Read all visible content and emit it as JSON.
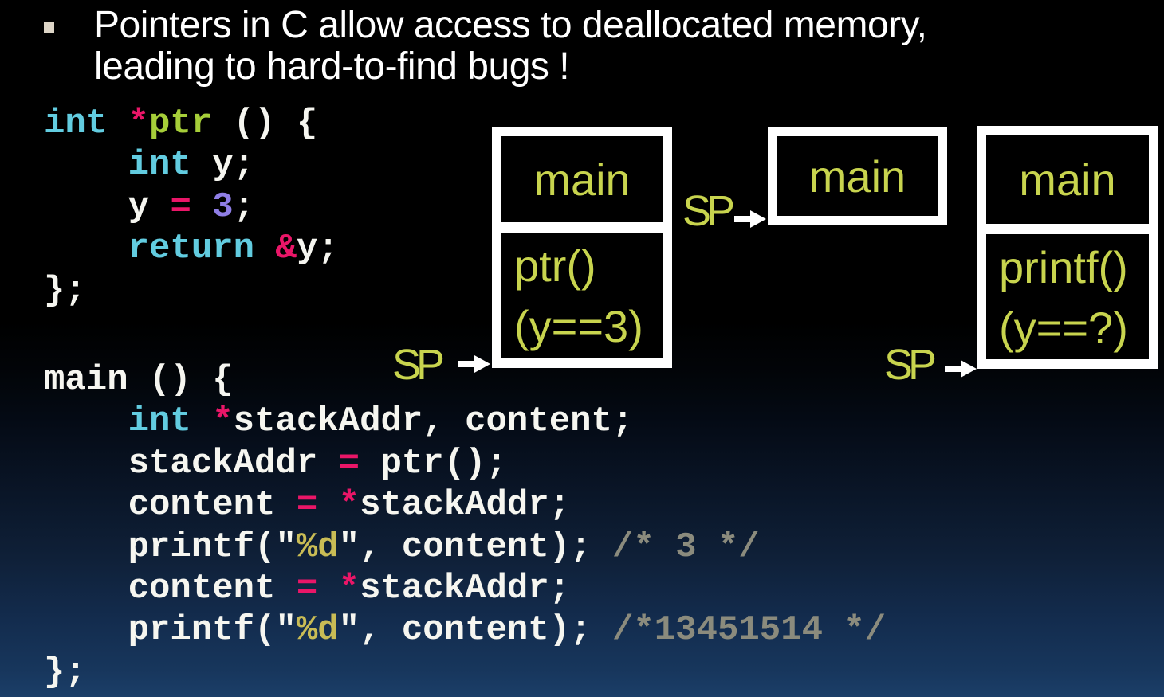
{
  "slide": {
    "bullet": {
      "line1": "Pointers in C allow access to deallocated memory,",
      "line2": "leading to hard-to-find bugs !"
    },
    "code": {
      "lines": [
        [
          {
            "t": "int",
            "c": "keyword"
          },
          {
            "t": " ",
            "c": "plain"
          },
          {
            "t": "*",
            "c": "operator"
          },
          {
            "t": "ptr",
            "c": "function"
          },
          {
            "t": " () {",
            "c": "plain"
          }
        ],
        [
          {
            "t": "    ",
            "c": "plain"
          },
          {
            "t": "int",
            "c": "keyword"
          },
          {
            "t": " y;",
            "c": "plain"
          }
        ],
        [
          {
            "t": "    y ",
            "c": "plain"
          },
          {
            "t": "=",
            "c": "operator"
          },
          {
            "t": " ",
            "c": "plain"
          },
          {
            "t": "3",
            "c": "number"
          },
          {
            "t": ";",
            "c": "plain"
          }
        ],
        [
          {
            "t": "    ",
            "c": "plain"
          },
          {
            "t": "return",
            "c": "keyword"
          },
          {
            "t": " ",
            "c": "plain"
          },
          {
            "t": "&",
            "c": "operator"
          },
          {
            "t": "y;",
            "c": "plain"
          }
        ],
        [
          {
            "t": "};",
            "c": "plain"
          }
        ],
        [],
        [
          {
            "t": "main () {",
            "c": "plain"
          }
        ],
        [
          {
            "t": "    ",
            "c": "plain"
          },
          {
            "t": "int",
            "c": "keyword"
          },
          {
            "t": " ",
            "c": "plain"
          },
          {
            "t": "*",
            "c": "operator"
          },
          {
            "t": "stackAddr, content;",
            "c": "plain"
          }
        ],
        [
          {
            "t": "    stackAddr ",
            "c": "plain"
          },
          {
            "t": "=",
            "c": "operator"
          },
          {
            "t": " ptr();",
            "c": "plain"
          }
        ],
        [
          {
            "t": "    content ",
            "c": "plain"
          },
          {
            "t": "=",
            "c": "operator"
          },
          {
            "t": " ",
            "c": "plain"
          },
          {
            "t": "*",
            "c": "operator"
          },
          {
            "t": "stackAddr;",
            "c": "plain"
          }
        ],
        [
          {
            "t": "    printf(\"",
            "c": "plain"
          },
          {
            "t": "%d",
            "c": "format_spec"
          },
          {
            "t": "\", content); ",
            "c": "plain"
          },
          {
            "t": "/* 3 */",
            "c": "comment"
          }
        ],
        [
          {
            "t": "    content ",
            "c": "plain"
          },
          {
            "t": "=",
            "c": "operator"
          },
          {
            "t": " ",
            "c": "plain"
          },
          {
            "t": "*",
            "c": "operator"
          },
          {
            "t": "stackAddr;",
            "c": "plain"
          }
        ],
        [
          {
            "t": "    printf(\"",
            "c": "plain"
          },
          {
            "t": "%d",
            "c": "format_spec"
          },
          {
            "t": "\", content); ",
            "c": "plain"
          },
          {
            "t": "/*13451514 */",
            "c": "comment"
          }
        ],
        [
          {
            "t": "};",
            "c": "plain"
          }
        ]
      ]
    },
    "diagram": {
      "stacks": [
        {
          "cells": [
            [
              "main"
            ],
            [
              "ptr()",
              "(y==3)"
            ]
          ],
          "sp_label": "SP"
        },
        {
          "cells": [
            [
              "main"
            ]
          ],
          "sp_label": "SP"
        },
        {
          "cells": [
            [
              "main"
            ],
            [
              "printf()",
              "(y==?)"
            ]
          ],
          "sp_label": "SP"
        }
      ]
    },
    "colors": {
      "keyword": "#62CCE0",
      "operator": "#EA1668",
      "function": "#A6CE39",
      "number": "#8F7EE6",
      "format_spec": "#C9BC55",
      "comment": "#8B8B7D",
      "code_plain": "#F6F6F0",
      "diagram_text": "#C8D44E",
      "bullet_text": "#FFFFFF",
      "bullet_marker": "#DDD5C7",
      "frame": "#FFFFFF",
      "background_top": "#000000",
      "background_bottom": "#1B3E68"
    }
  }
}
